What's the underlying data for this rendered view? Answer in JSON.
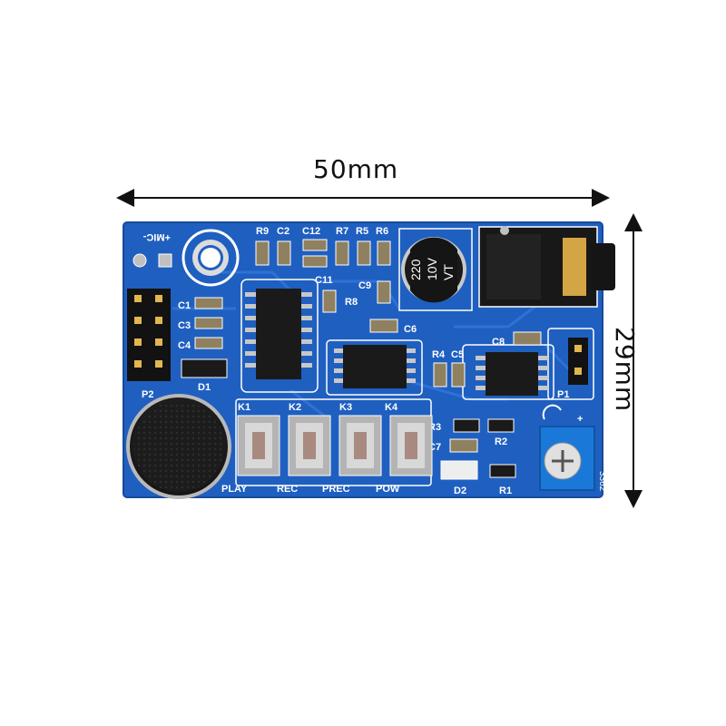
{
  "dimensions": {
    "width": "50mm",
    "height": "29mm"
  },
  "board": {
    "color": "#1f5fc0",
    "silk_color": "#ffffff",
    "mic_label": "+MIC-",
    "header_label": "P2",
    "diode_label": "D1",
    "cap_labels": [
      "C1",
      "C3",
      "C4"
    ],
    "top_labels": [
      "R9",
      "C2",
      "C12",
      "R7",
      "R5",
      "R6"
    ],
    "mid_labels": [
      "R8",
      "C11",
      "C9",
      "C6"
    ],
    "right_labels": [
      "R4",
      "C5",
      "C8",
      "P1"
    ],
    "lower_right_labels": [
      "R3",
      "C7",
      "R2",
      "D2",
      "R1"
    ],
    "capacitor_text": [
      "220",
      "10V",
      "VT"
    ],
    "buttons": [
      {
        "id": "K1",
        "name": "PLAY"
      },
      {
        "id": "K2",
        "name": "REC"
      },
      {
        "id": "K3",
        "name": "PREC"
      },
      {
        "id": "K4",
        "name": "POW"
      }
    ],
    "pot_label": "3362",
    "pot_sign": "+"
  }
}
